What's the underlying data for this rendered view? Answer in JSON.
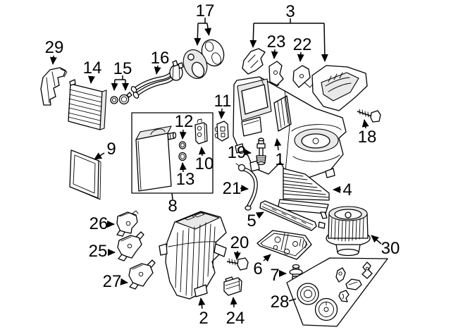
{
  "figure": {
    "kind": "exploded-parts-diagram",
    "background": "#ffffff",
    "line_color": "#000000",
    "callouts": {
      "1": "1",
      "2": "2",
      "3": "3",
      "4": "4",
      "5": "5",
      "6": "6",
      "7": "7",
      "8": "8",
      "9": "9",
      "10": "10",
      "11": "11",
      "12": "12",
      "13": "13",
      "14": "14",
      "15": "15",
      "16": "16",
      "17": "17",
      "18": "18",
      "19": "19",
      "20": "20",
      "21": "21",
      "22": "22",
      "23": "23",
      "24": "24",
      "25": "25",
      "26": "26",
      "27": "27",
      "28": "28",
      "29": "29",
      "30": "30"
    }
  }
}
